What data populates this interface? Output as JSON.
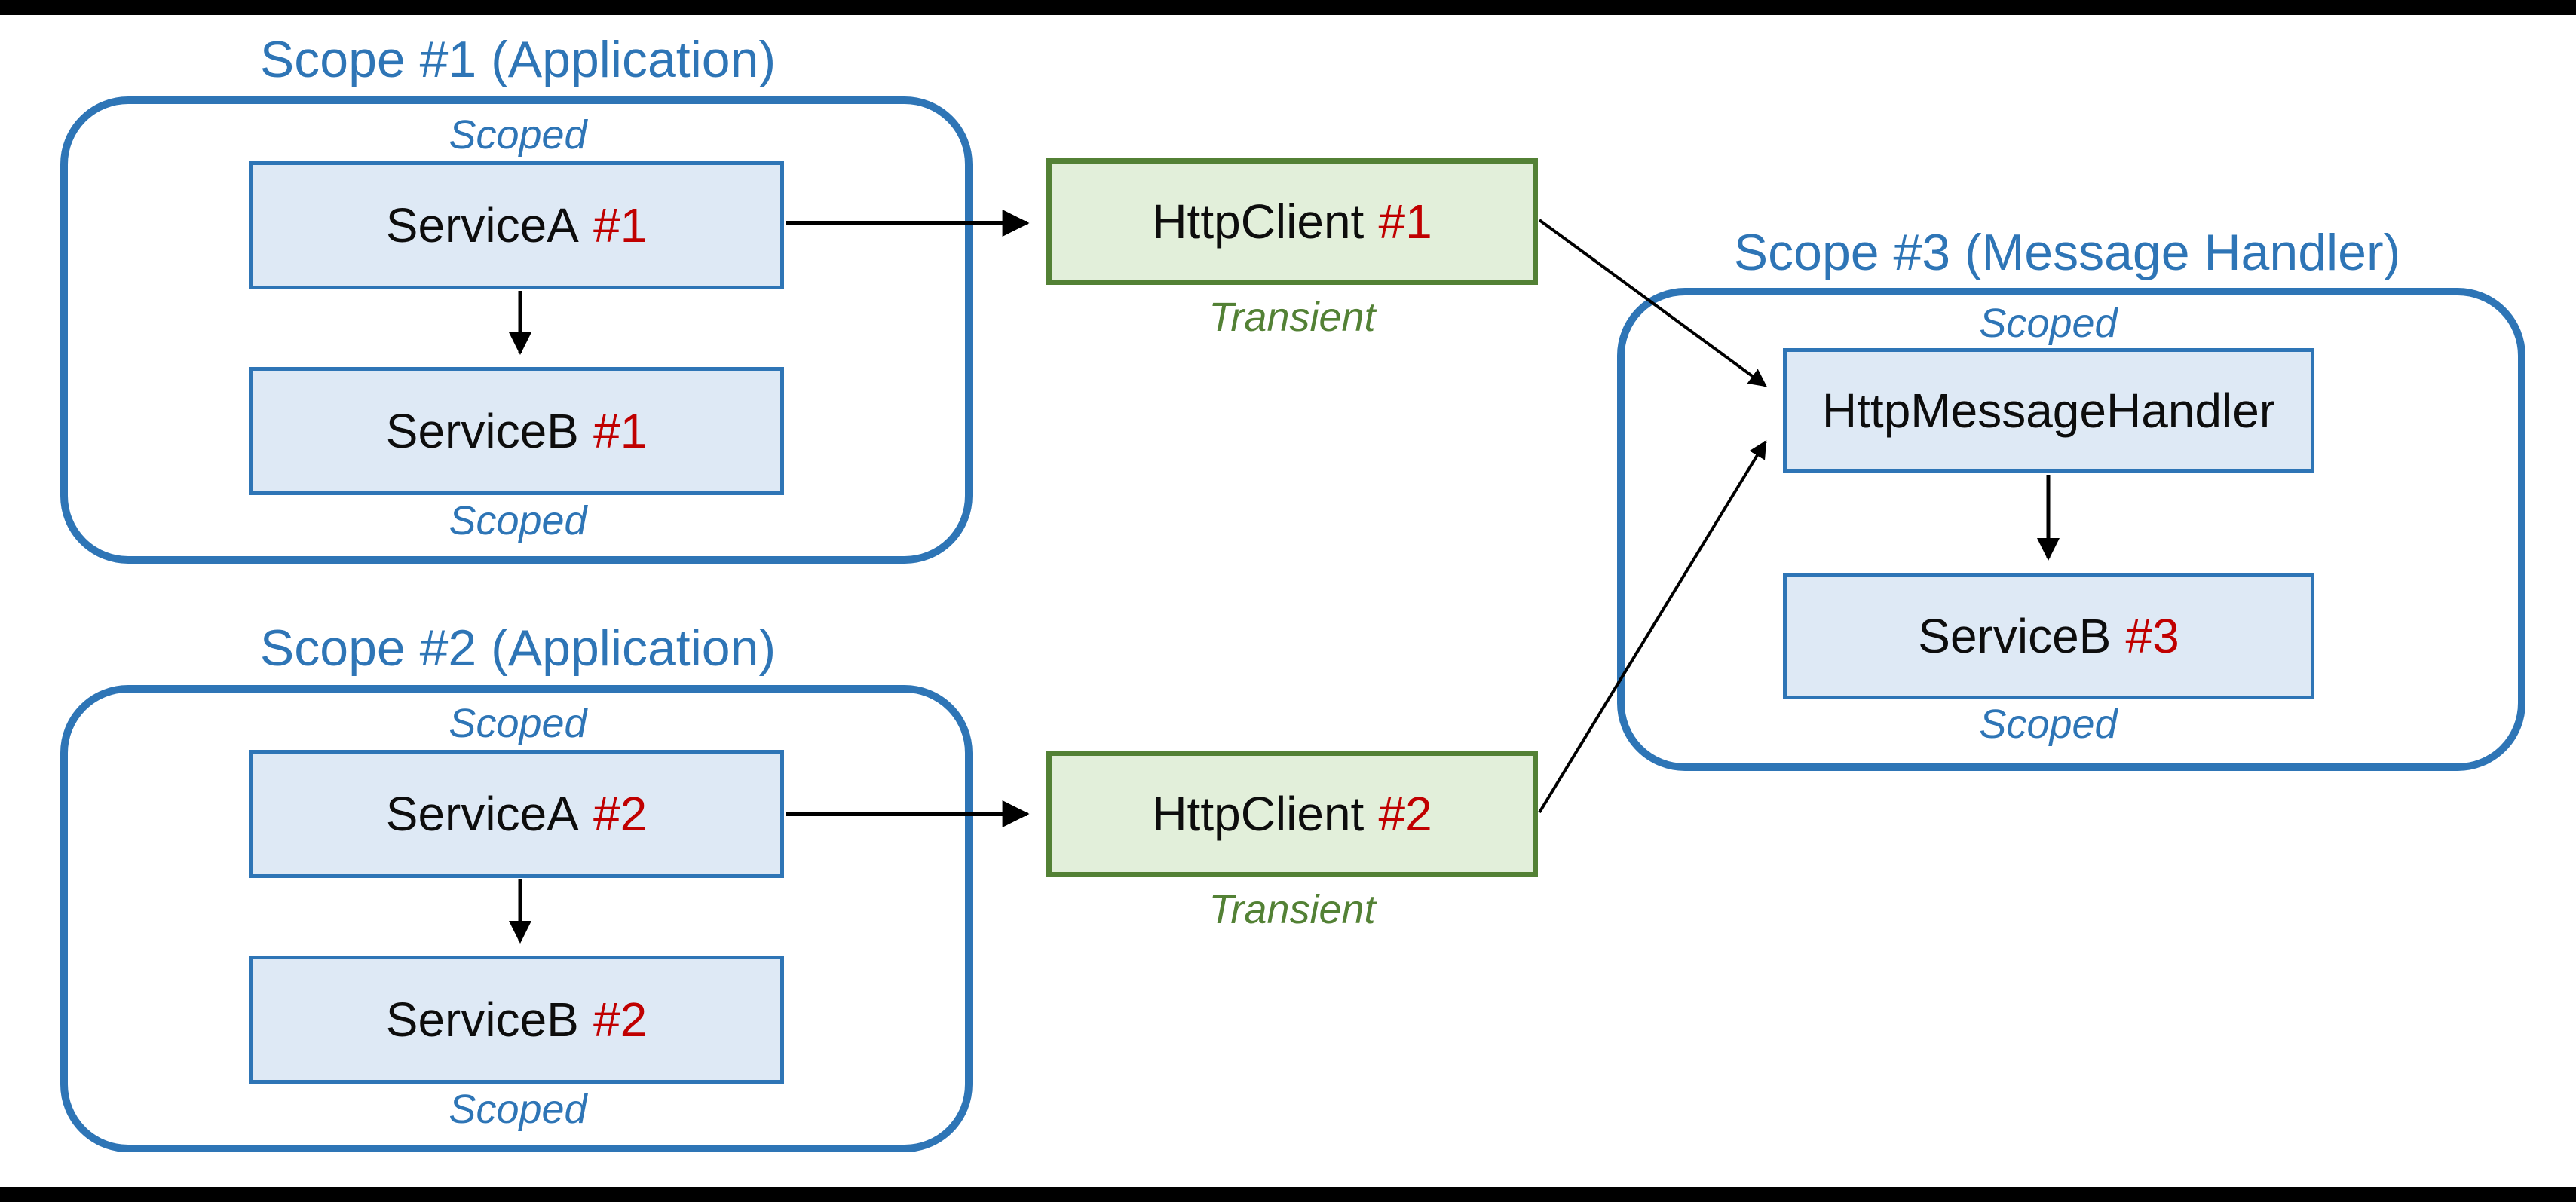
{
  "colors": {
    "scope_border_blue": "#2E75B6",
    "service_box_fill": "#DEE9F5",
    "http_client_fill": "#E2EFDA",
    "http_client_border_green": "#538135",
    "instance_number_red": "#C00000",
    "arrow_black": "#000000",
    "letterbox_bar": "#000000"
  },
  "scope1": {
    "title": "Scope #1 (Application)",
    "scoped_top": "Scoped",
    "scoped_bottom": "Scoped",
    "serviceA": {
      "name": "ServiceA",
      "instance": "#1"
    },
    "serviceB": {
      "name": "ServiceB",
      "instance": "#1"
    }
  },
  "scope2": {
    "title": "Scope #2 (Application)",
    "scoped_top": "Scoped",
    "scoped_bottom": "Scoped",
    "serviceA": {
      "name": "ServiceA",
      "instance": "#2"
    },
    "serviceB": {
      "name": "ServiceB",
      "instance": "#2"
    }
  },
  "scope3": {
    "title": "Scope #3 (Message Handler)",
    "scoped_top": "Scoped",
    "scoped_bottom": "Scoped",
    "handler": {
      "name": "HttpMessageHandler"
    },
    "serviceB": {
      "name": "ServiceB",
      "instance": "#3"
    }
  },
  "httpClient1": {
    "name": "HttpClient",
    "instance": "#1",
    "lifetime_label": "Transient"
  },
  "httpClient2": {
    "name": "HttpClient",
    "instance": "#2",
    "lifetime_label": "Transient"
  }
}
